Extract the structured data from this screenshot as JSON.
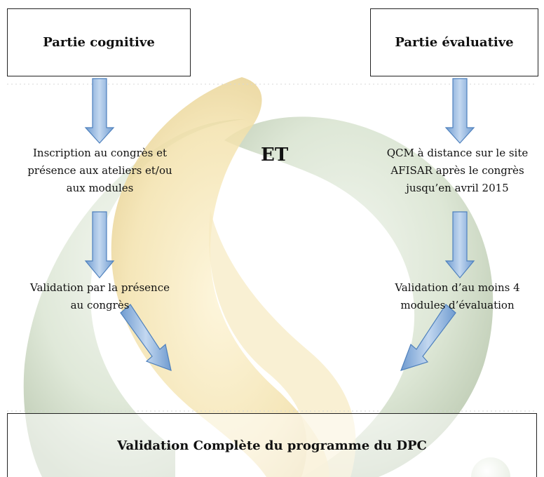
{
  "diagram": {
    "left_box": {
      "label": "Partie cognitive"
    },
    "right_box": {
      "label": "Partie évaluative"
    },
    "connector": {
      "label": "ET"
    },
    "left_steps": [
      {
        "lines": [
          "Inscription au congrès et",
          "présence aux ateliers et/ou",
          "aux modules"
        ]
      },
      {
        "lines": [
          "Validation par la présence",
          "au congrès"
        ]
      }
    ],
    "right_steps": [
      {
        "lines": [
          "QCM à distance sur le site",
          "AFISAR après le congrès",
          "jusqu’en avril 2015"
        ]
      },
      {
        "lines": [
          "Validation d’au moins 4",
          "modules d’évaluation"
        ]
      }
    ],
    "result_box": {
      "label": "Validation Complète du programme du DPC"
    }
  },
  "colors": {
    "arrow_fill": "#8db3df",
    "arrow_stroke": "#4f81bd",
    "swirl_green": "#c9d8bf",
    "swirl_cream": "#f2e3b4",
    "box_border": "#222222"
  },
  "icons": {
    "arrow": "down-arrow-icon",
    "diagonal_arrow": "diagonal-arrow-icon"
  }
}
